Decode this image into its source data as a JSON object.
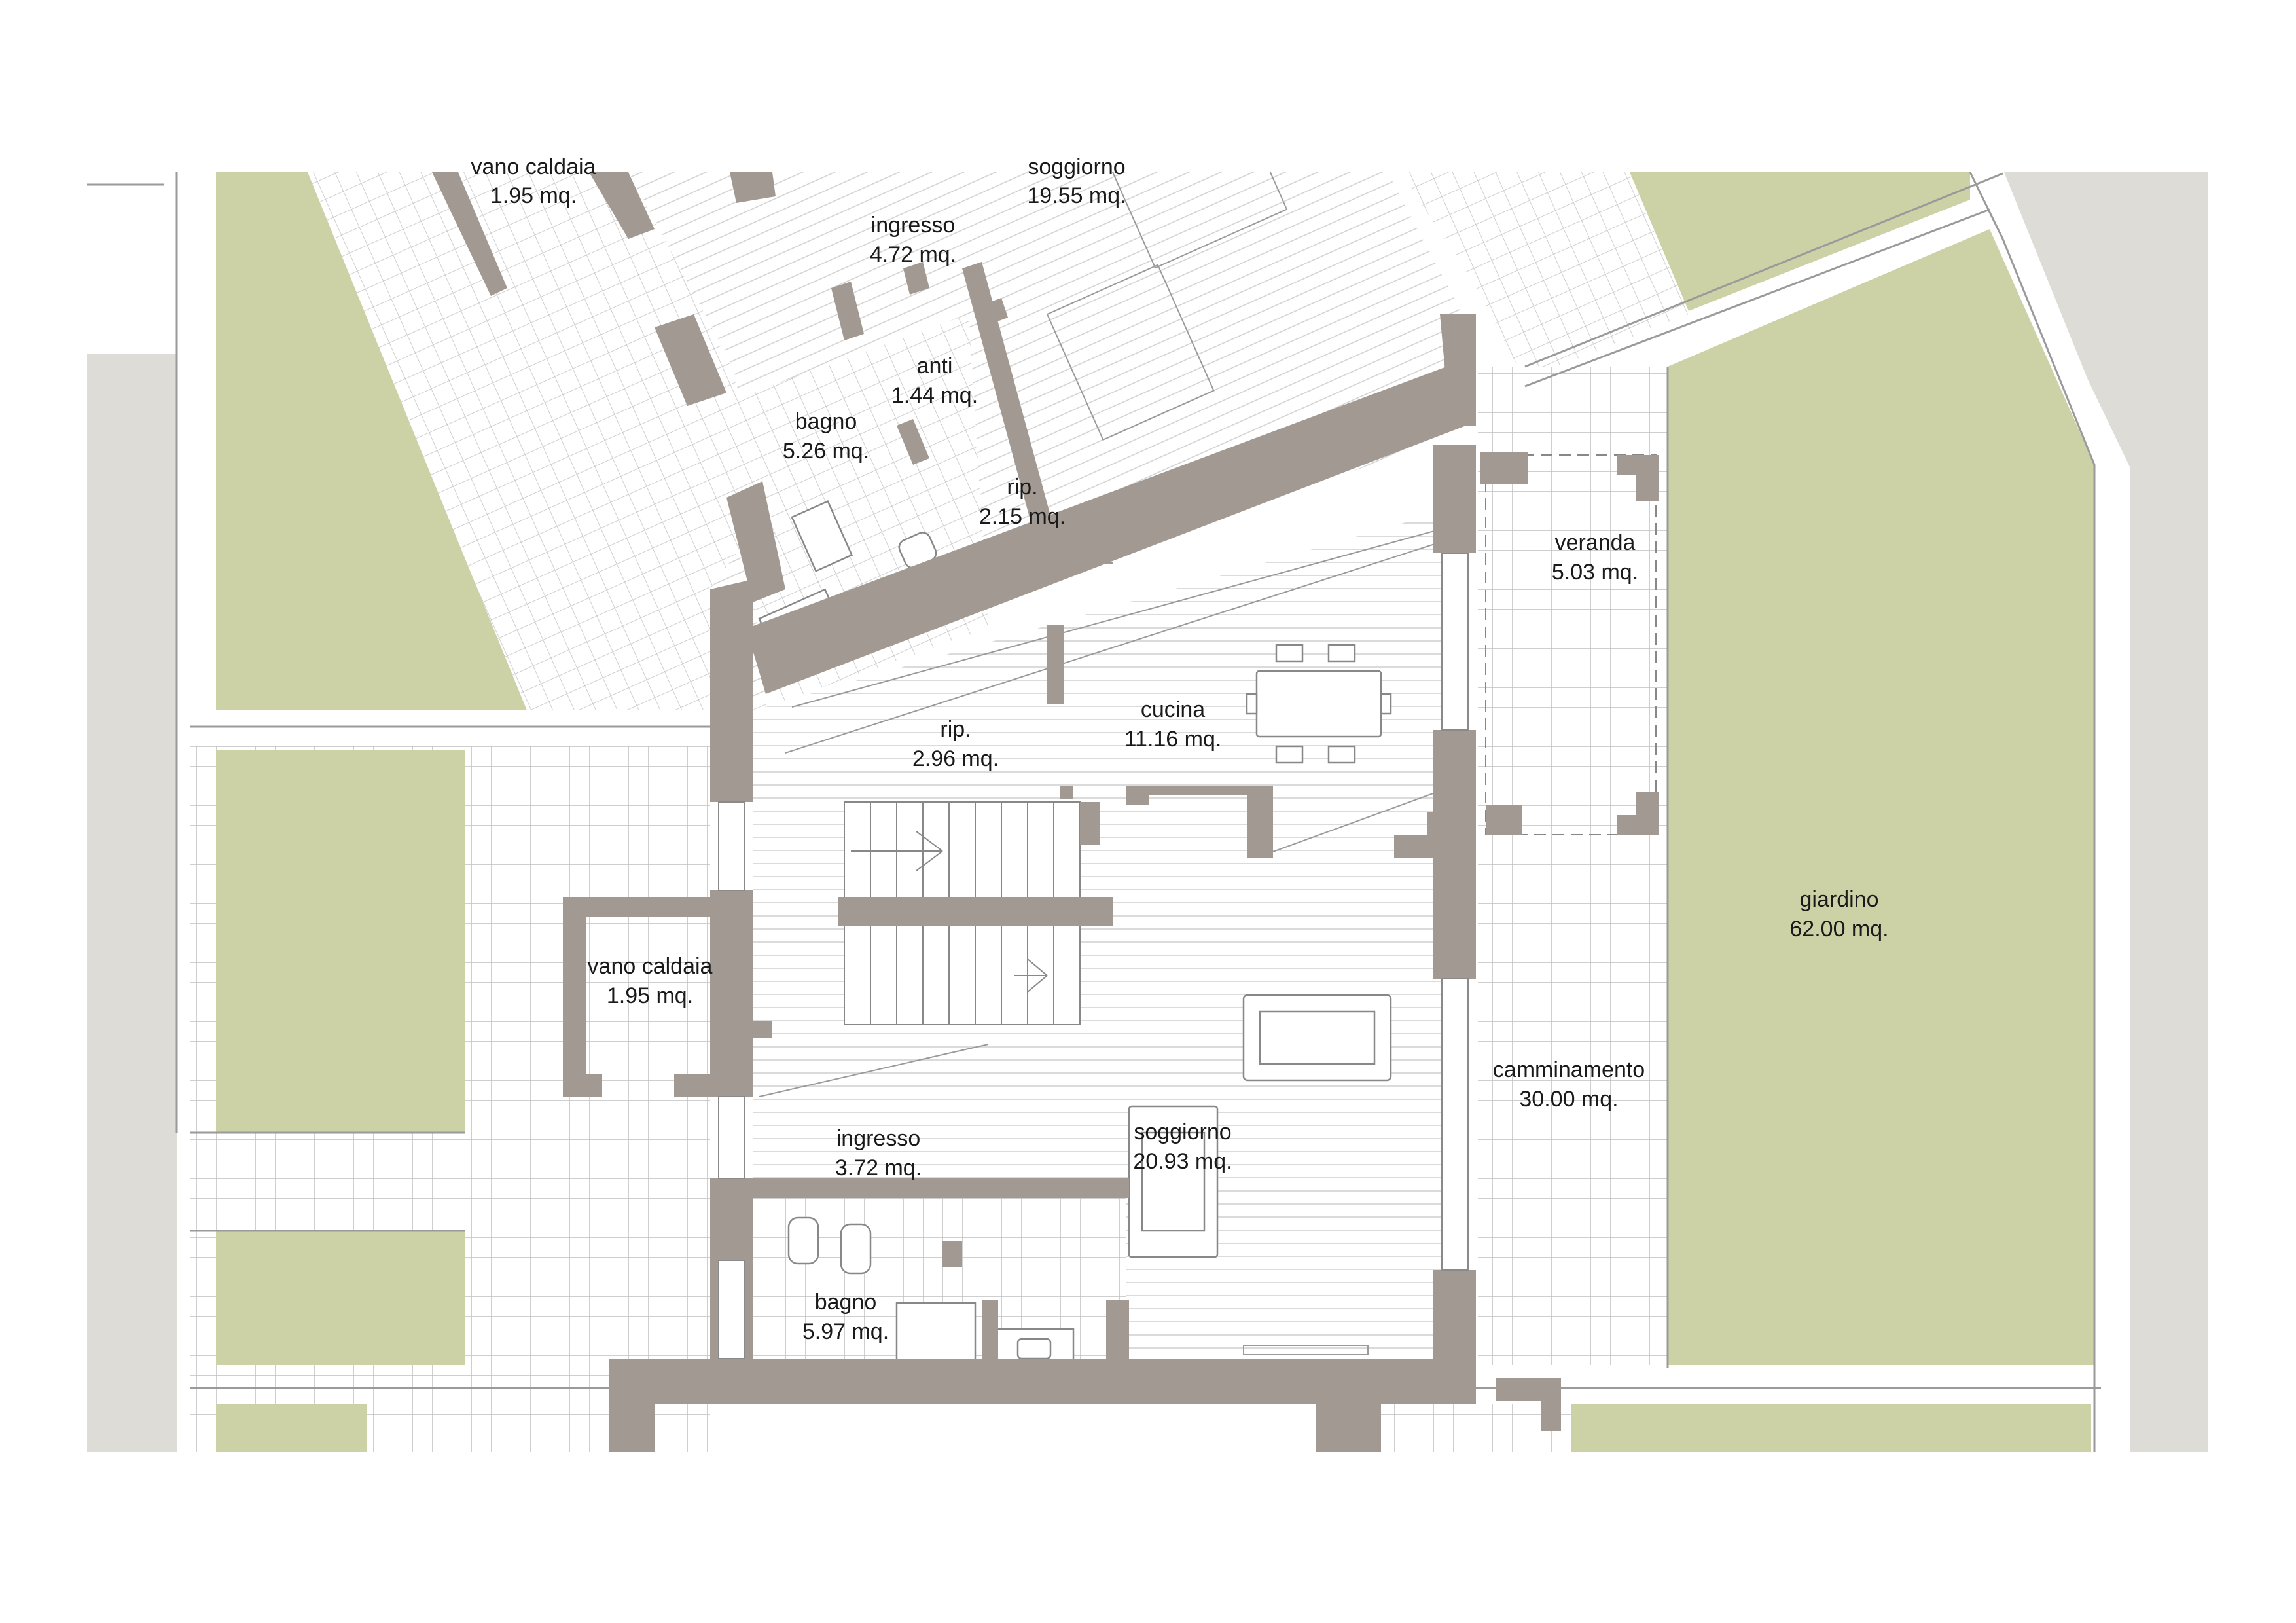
{
  "colors": {
    "wall": "#a29a92",
    "garden": "#cdd1a6",
    "street": "#dedcd6",
    "tile_grid": "#bfbfbf",
    "wood_lines": "#cfcfcf",
    "text": "#1a1a1a"
  },
  "rooms": [
    {
      "name": "vano caldaia",
      "area": "1.95 mq.",
      "id": "vano-caldaia-top"
    },
    {
      "name": "soggiorno",
      "area": "19.55 mq.",
      "id": "soggiorno-top"
    },
    {
      "name": "ingresso",
      "area": "4.72 mq.",
      "id": "ingresso-top"
    },
    {
      "name": "anti",
      "area": "1.44 mq.",
      "id": "anti"
    },
    {
      "name": "bagno",
      "area": "5.26 mq.",
      "id": "bagno-top"
    },
    {
      "name": "rip.",
      "area": "2.15 mq.",
      "id": "rip-top"
    },
    {
      "name": "veranda",
      "area": "5.03 mq.",
      "id": "veranda"
    },
    {
      "name": "cucina",
      "area": "11.16 mq.",
      "id": "cucina"
    },
    {
      "name": "rip.",
      "area": "2.96 mq.",
      "id": "rip-mid"
    },
    {
      "name": "giardino",
      "area": "62.00 mq.",
      "id": "giardino"
    },
    {
      "name": "vano caldaia",
      "area": "1.95 mq.",
      "id": "vano-caldaia"
    },
    {
      "name": "camminamento",
      "area": "30.00 mq.",
      "id": "camminamento"
    },
    {
      "name": "ingresso",
      "area": "3.72 mq.",
      "id": "ingresso"
    },
    {
      "name": "soggiorno",
      "area": "20.93 mq.",
      "id": "soggiorno"
    },
    {
      "name": "bagno",
      "area": "5.97 mq.",
      "id": "bagno"
    }
  ]
}
